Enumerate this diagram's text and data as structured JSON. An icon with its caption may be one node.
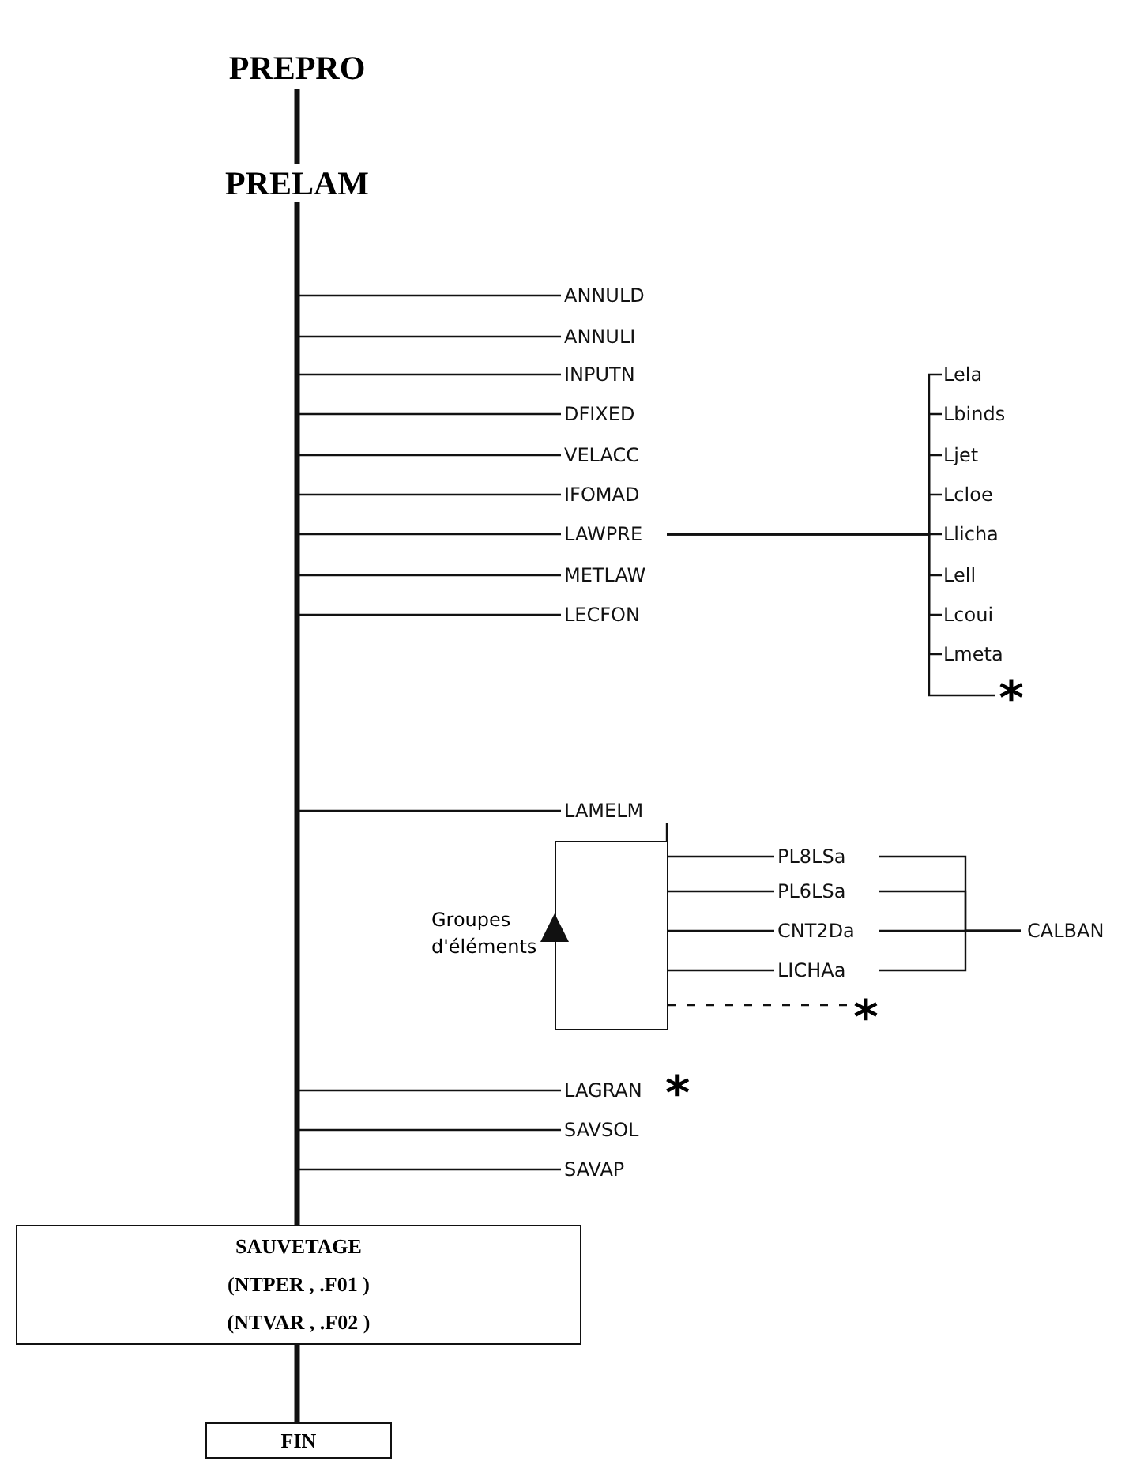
{
  "diagram": {
    "nodes": [
      {
        "text": [
          "PREPRO"
        ]
      },
      {
        "text": [
          "PRELAM"
        ]
      },
      {
        "text": [
          "ANNULD"
        ]
      },
      {
        "text": [
          "ANNULI"
        ]
      },
      {
        "text": [
          "INPUTN"
        ]
      },
      {
        "text": [
          "DFIXED"
        ]
      },
      {
        "text": [
          "VELACC"
        ]
      },
      {
        "text": [
          "IFOMAD"
        ]
      },
      {
        "text": [
          "LAWPRE"
        ]
      },
      {
        "text": [
          "METLAW"
        ]
      },
      {
        "text": [
          "LECFON"
        ]
      },
      {
        "text": [
          "Lela"
        ]
      },
      {
        "text": [
          "Lbinds"
        ]
      },
      {
        "text": [
          "Ljet"
        ]
      },
      {
        "text": [
          "Lcloe"
        ]
      },
      {
        "text": [
          "Llicha"
        ]
      },
      {
        "text": [
          "Lell"
        ]
      },
      {
        "text": [
          "Lcoui"
        ]
      },
      {
        "text": [
          "Lmeta"
        ]
      },
      {
        "text": [
          "*"
        ]
      },
      {
        "text": [
          "LAMELM"
        ]
      },
      {
        "text": [],
        "shape": "box",
        "beside": [
          "Groupes d'éléments"
        ]
      },
      {
        "text": [
          "PL8LSa"
        ]
      },
      {
        "text": [
          "PL6LSa"
        ]
      },
      {
        "text": [
          "CNT2Da"
        ]
      },
      {
        "text": [
          "LICHAa"
        ]
      },
      {
        "text": [
          "*"
        ]
      },
      {
        "text": [
          "CALBAN"
        ]
      },
      {
        "text": [
          "LAGRAN"
        ],
        "beside": [
          "*"
        ]
      },
      {
        "text": [
          "SAVSOL"
        ]
      },
      {
        "text": [
          "SAVAP"
        ]
      },
      {
        "text": [
          "SAUVETAGE",
          "(NTPER , .F01 )",
          "(NTVAR , .F02 )"
        ]
      },
      {
        "text": [
          "FIN"
        ]
      }
    ],
    "edges": [
      {
        "from": 0,
        "to": 1,
        "arrow": "none",
        "style": "thick"
      },
      {
        "from": 1,
        "to": 31,
        "arrow": "none",
        "style": "thick"
      },
      {
        "from": 1,
        "to": 2,
        "arrow": "none"
      },
      {
        "from": 1,
        "to": 3,
        "arrow": "none"
      },
      {
        "from": 1,
        "to": 4,
        "arrow": "none"
      },
      {
        "from": 1,
        "to": 5,
        "arrow": "none"
      },
      {
        "from": 1,
        "to": 6,
        "arrow": "none"
      },
      {
        "from": 1,
        "to": 7,
        "arrow": "none"
      },
      {
        "from": 1,
        "to": 8,
        "arrow": "none"
      },
      {
        "from": 1,
        "to": 9,
        "arrow": "none"
      },
      {
        "from": 1,
        "to": 10,
        "arrow": "none"
      },
      {
        "from": 8,
        "to": 11,
        "arrow": "none"
      },
      {
        "from": 8,
        "to": 12,
        "arrow": "none"
      },
      {
        "from": 8,
        "to": 13,
        "arrow": "none"
      },
      {
        "from": 8,
        "to": 14,
        "arrow": "none"
      },
      {
        "from": 8,
        "to": 15,
        "arrow": "none"
      },
      {
        "from": 8,
        "to": 16,
        "arrow": "none"
      },
      {
        "from": 8,
        "to": 17,
        "arrow": "none"
      },
      {
        "from": 8,
        "to": 18,
        "arrow": "none"
      },
      {
        "from": 8,
        "to": 19,
        "arrow": "none"
      },
      {
        "from": 1,
        "to": 20,
        "arrow": "none"
      },
      {
        "from": 20,
        "to": 21,
        "arrow": "none"
      },
      {
        "from": 21,
        "to": 22,
        "arrow": "none"
      },
      {
        "from": 21,
        "to": 23,
        "arrow": "none"
      },
      {
        "from": 21,
        "to": 24,
        "arrow": "none"
      },
      {
        "from": 21,
        "to": 25,
        "arrow": "none"
      },
      {
        "from": 21,
        "to": 26,
        "arrow": "none",
        "style": "dashed"
      },
      {
        "from": 22,
        "to": 27,
        "arrow": "none"
      },
      {
        "from": 23,
        "to": 27,
        "arrow": "none"
      },
      {
        "from": 24,
        "to": 27,
        "arrow": "none"
      },
      {
        "from": 25,
        "to": 27,
        "arrow": "none"
      },
      {
        "from": 1,
        "to": 28,
        "arrow": "none"
      },
      {
        "from": 1,
        "to": 29,
        "arrow": "none"
      },
      {
        "from": 1,
        "to": 30,
        "arrow": "none"
      },
      {
        "from": 31,
        "to": 32,
        "arrow": "none",
        "style": "thick"
      }
    ]
  }
}
